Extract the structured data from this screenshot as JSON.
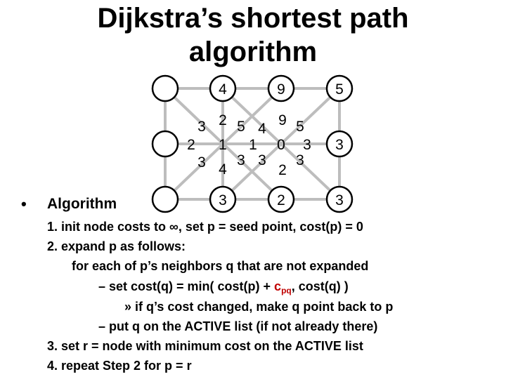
{
  "title": {
    "line1": "Dijkstra’s shortest path",
    "line2": "algorithm"
  },
  "graph": {
    "node_labels": [
      "",
      "4",
      "9",
      "5",
      "",
      "",
      "3",
      "",
      "",
      "3",
      "2",
      "3"
    ],
    "edge_labels": [
      "3",
      "2",
      "5",
      "4",
      "9",
      "5",
      "2",
      "1",
      "1",
      "0",
      "3",
      "3",
      "4",
      "3",
      "3",
      "2",
      "3"
    ]
  },
  "algorithm": {
    "bullet": "•",
    "heading": "Algorithm",
    "step1": "1.  init node costs to ∞, set p = seed point, cost(p) = 0",
    "step2": "2.  expand p as follows:",
    "step2a": "for each of p’s neighbors q that are not expanded",
    "step2b_pre": "– set cost(q) = min( cost(p) + ",
    "step2b_c": "c",
    "step2b_sub": "pq",
    "step2b_post": ",  cost(q) )",
    "step2c": "» if q’s cost changed, make q point back to p",
    "step2d": "– put q on the ACTIVE list   (if not already there)",
    "step3": "3.  set r = node with minimum cost on the ACTIVE list",
    "step4": "4.  repeat Step 2 for p = r"
  },
  "colors": {
    "edge": "#bdbdbd",
    "cost_highlight": "#c00000"
  }
}
